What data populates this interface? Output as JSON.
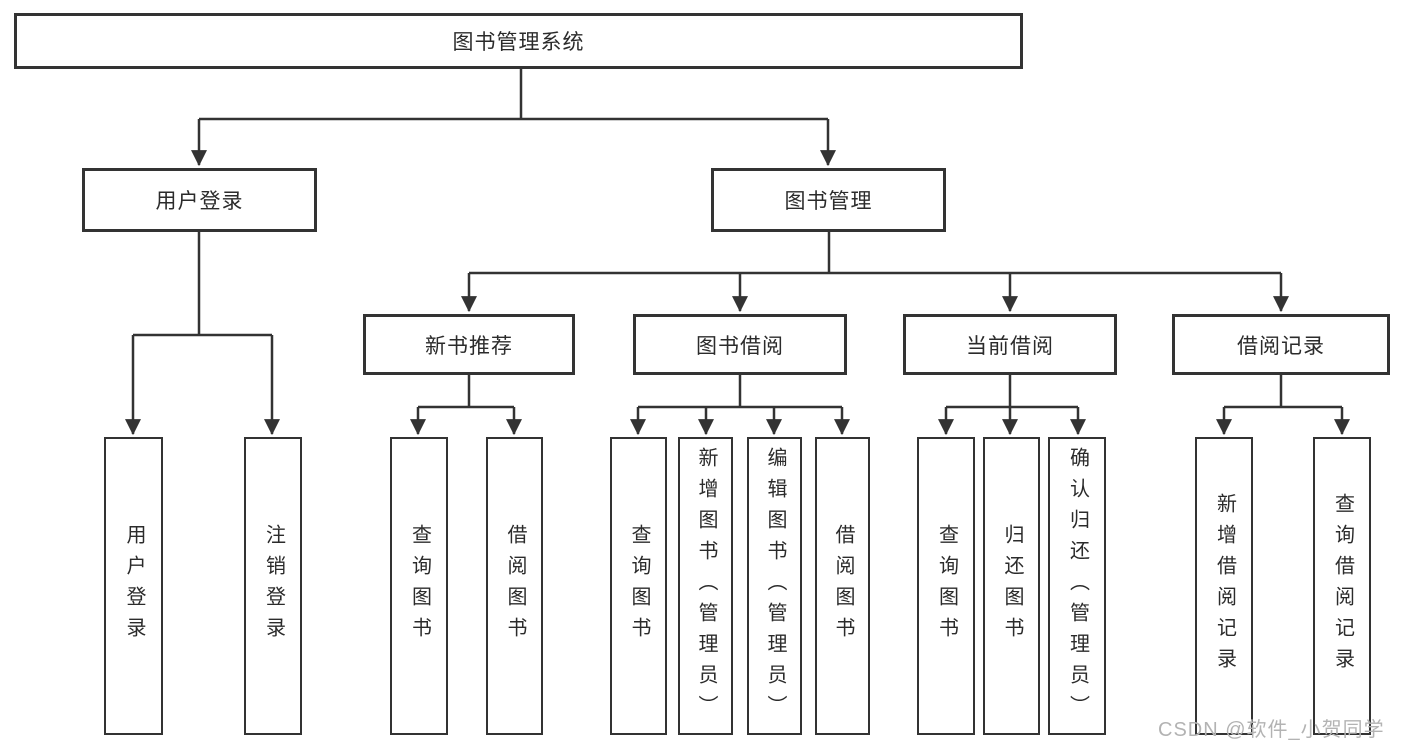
{
  "diagram": {
    "root_label": "图书管理系统",
    "level1": [
      {
        "label": "用户登录"
      },
      {
        "label": "图书管理"
      }
    ],
    "login_children": [
      "用户登录",
      "注销登录"
    ],
    "mgmt_children": [
      {
        "label": "新书推荐",
        "children": [
          "查询图书",
          "借阅图书"
        ]
      },
      {
        "label": "图书借阅",
        "children": [
          "查询图书",
          "新增图书（管理员）",
          "编辑图书（管理员）",
          "借阅图书"
        ]
      },
      {
        "label": "当前借阅",
        "children": [
          "查询图书",
          "归还图书",
          "确认归还（管理员）"
        ]
      },
      {
        "label": "借阅记录",
        "children": [
          "新增借阅记录",
          "查询借阅记录"
        ]
      }
    ],
    "watermark": "CSDN @软件_小贺同学",
    "colors": {
      "line": "#333333",
      "text": "#2b2b2b",
      "watermark": "#b3b3b3",
      "background": "#ffffff"
    }
  }
}
